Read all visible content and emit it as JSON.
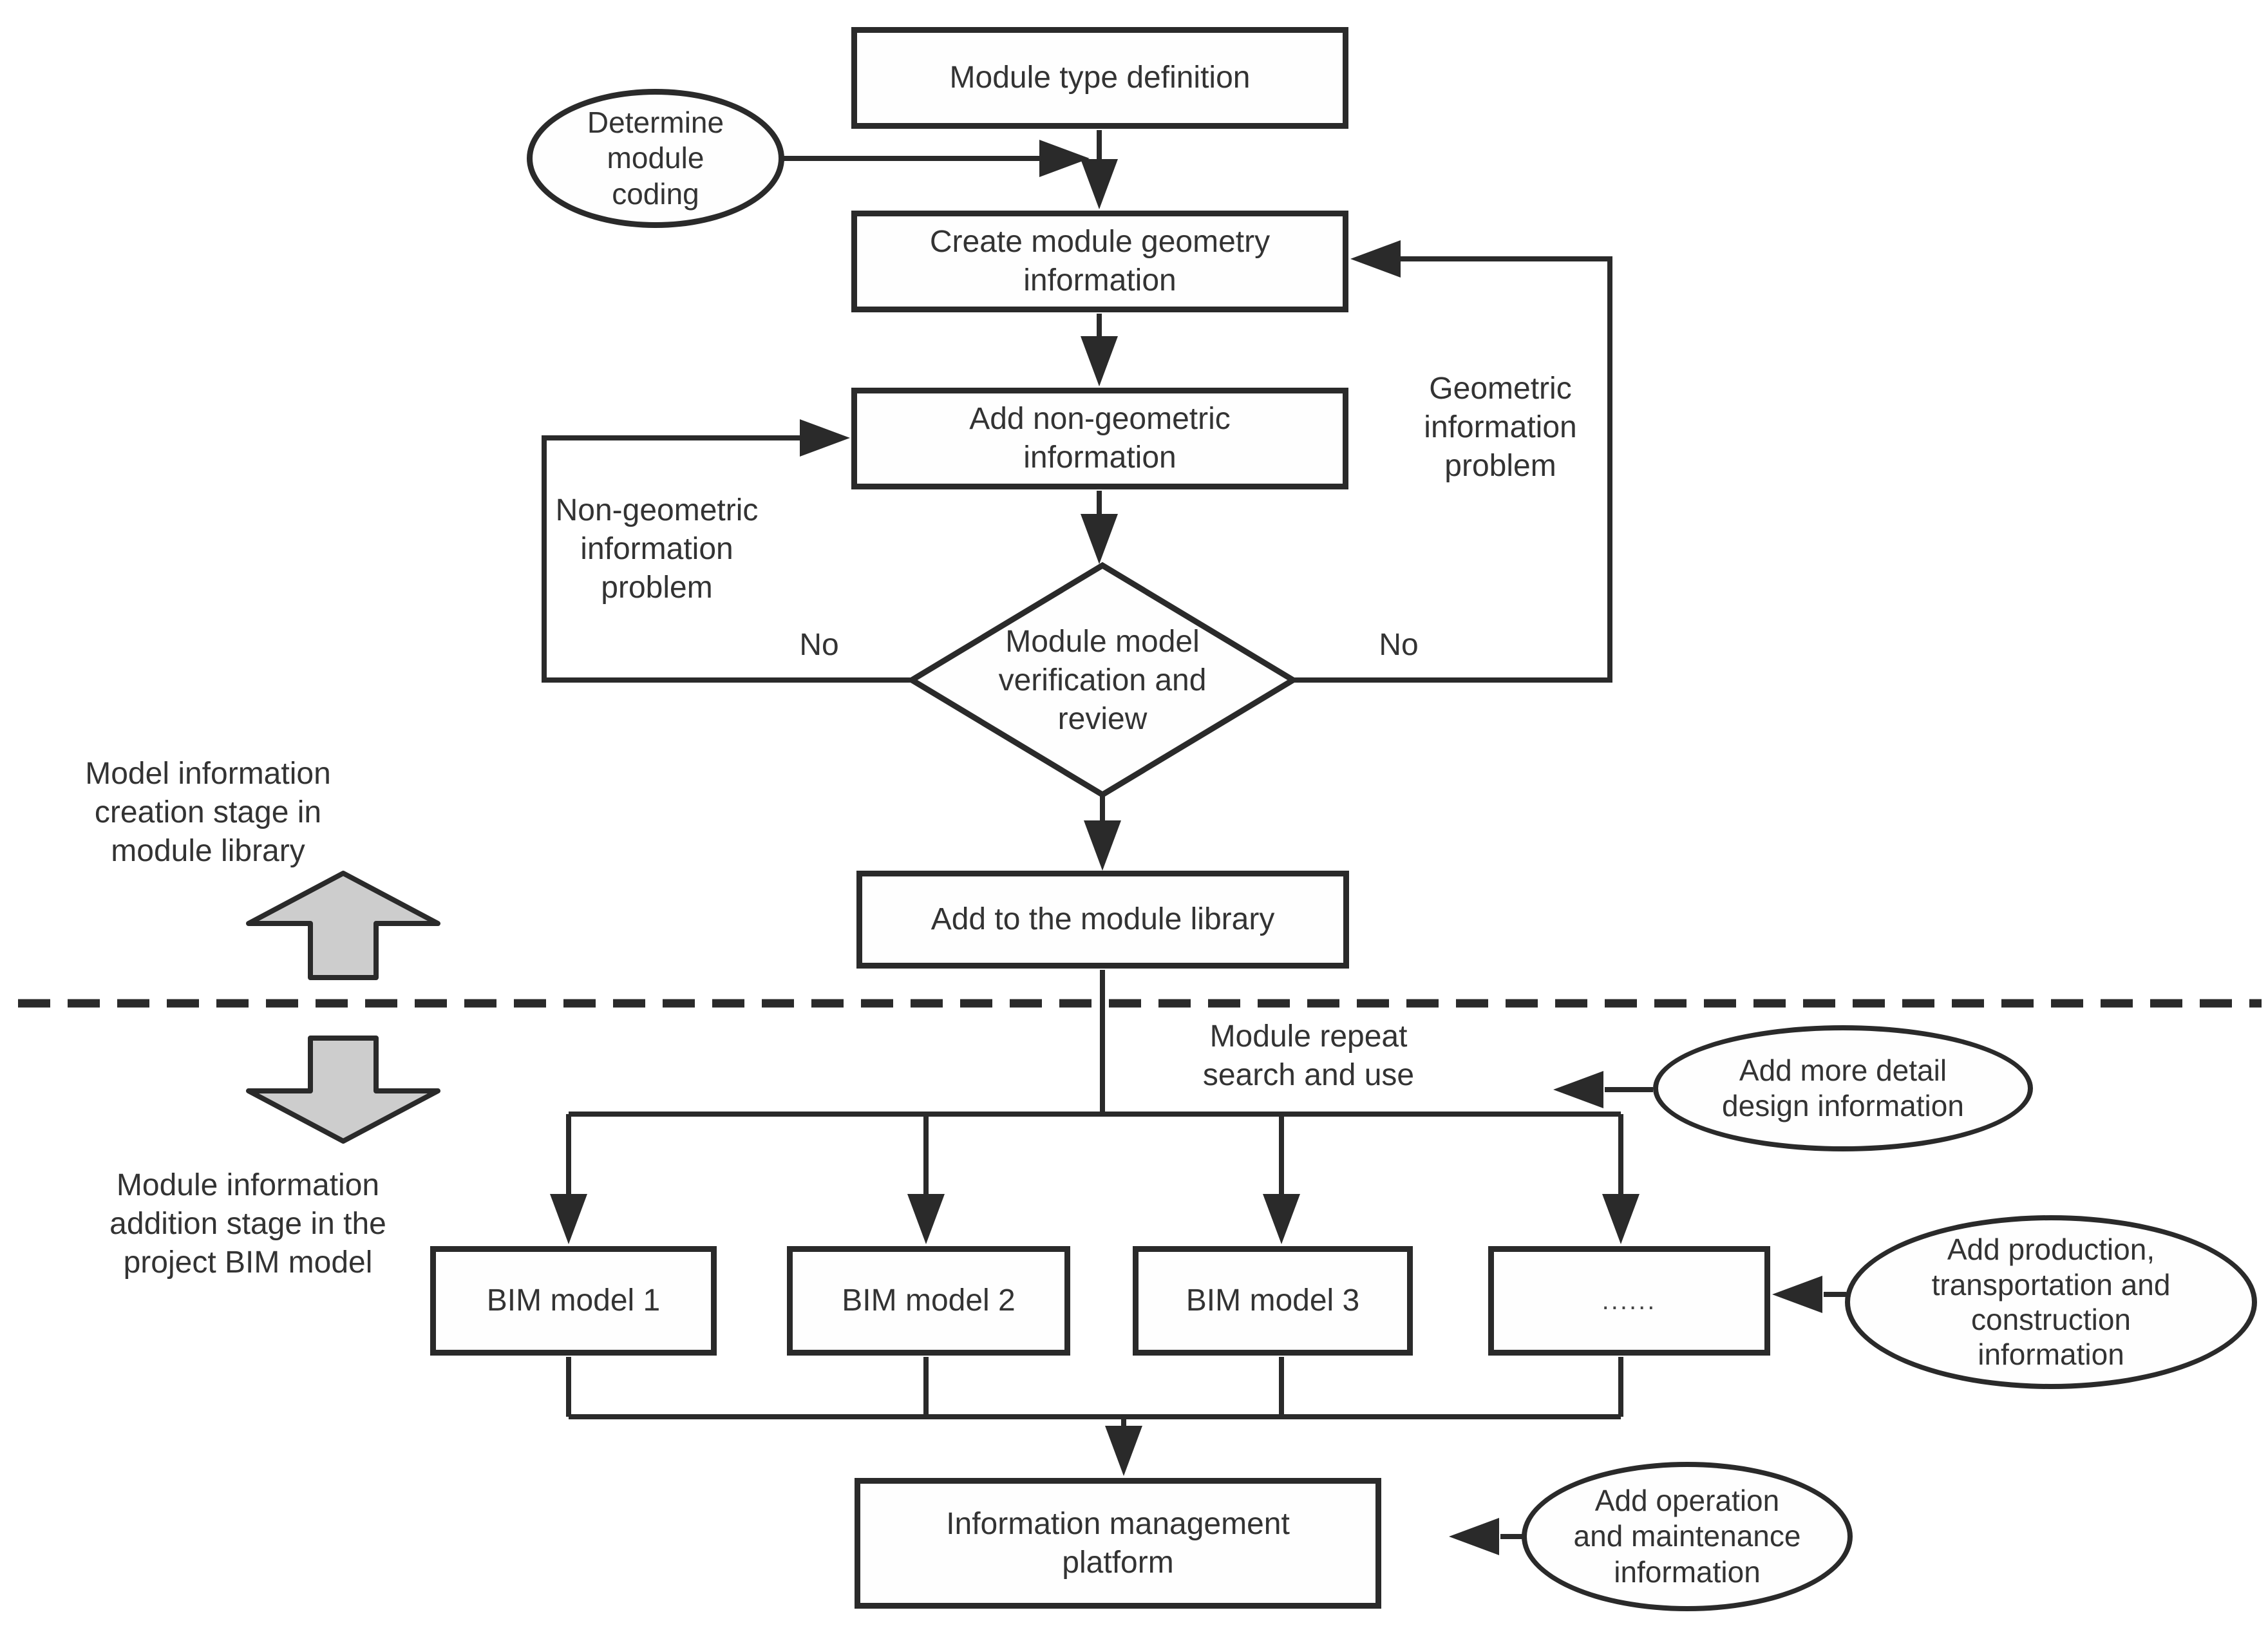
{
  "diagram": {
    "nodes": {
      "module_type": "Module type definition",
      "create_geometry": "Create module geometry\ninformation",
      "add_non_geometric": "Add non-geometric\ninformation",
      "verification": "Module model\nverification and\nreview",
      "add_library": "Add to the module library",
      "bim1": "BIM model 1",
      "bim2": "BIM model 2",
      "bim3": "BIM model 3",
      "bim_more": "......",
      "platform": "Information management\nplatform"
    },
    "callouts": {
      "coding": "Determine\nmodule\ncoding",
      "detail": "Add more detail\ndesign information",
      "production": "Add production,\ntransportation and\nconstruction\ninformation",
      "operation": "Add operation\nand maintenance\ninformation"
    },
    "labels": {
      "no_left": "No",
      "no_right": "No",
      "non_geometric_problem": "Non-geometric\ninformation\nproblem",
      "geometric_problem": "Geometric\ninformation\nproblem",
      "stage_top": "Model information\ncreation stage in\nmodule library",
      "stage_bottom": "Module information\naddition stage in the\nproject BIM model",
      "repeat": "Module repeat\nsearch and use"
    },
    "colors": {
      "line": "#2a2a2a",
      "text": "#333333",
      "block_arrow_fill": "#cdcdcd",
      "background": "#ffffff"
    }
  }
}
